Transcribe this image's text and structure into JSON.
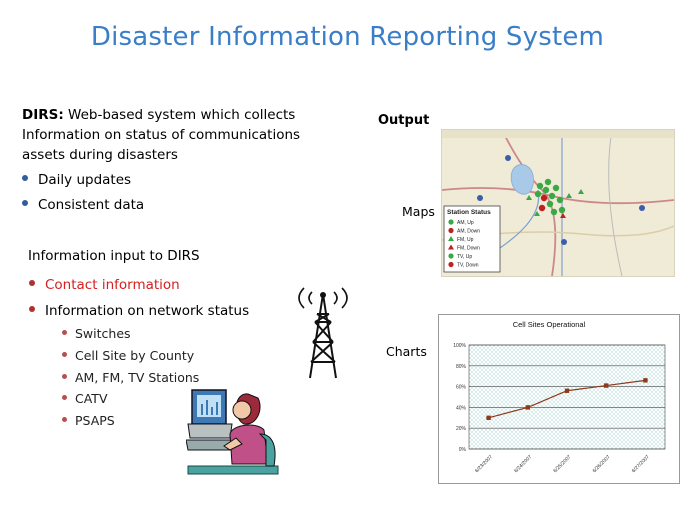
{
  "title": "Disaster Information Reporting System",
  "intro": {
    "bold": "DIRS:",
    "text": " Web-based system which collects Information on status of communications assets during disasters",
    "bullets": [
      "Daily updates",
      "Consistent data"
    ]
  },
  "input": {
    "heading": "Information input to DIRS",
    "items": [
      {
        "label": "Contact information",
        "color": "#d42020"
      },
      {
        "label": "Information on network status",
        "color": "#000000"
      }
    ],
    "subitems": [
      "Switches",
      "Cell Site by County",
      "AM, FM, TV Stations",
      "CATV",
      "PSAPS"
    ]
  },
  "output": {
    "label": "Output",
    "maps_label": "Maps",
    "charts_label": "Charts"
  },
  "map_legend": {
    "title": "Station Status",
    "items": [
      {
        "label": "AM, Up",
        "shape": "circle",
        "color": "#3aa845"
      },
      {
        "label": "AM, Down",
        "shape": "circle",
        "color": "#c02020"
      },
      {
        "label": "FM, Up",
        "shape": "triangle",
        "color": "#3aa845"
      },
      {
        "label": "FM, Down",
        "shape": "triangle",
        "color": "#c02020"
      },
      {
        "label": "TV, Up",
        "shape": "circle",
        "color": "#3aa845"
      },
      {
        "label": "TV, Down",
        "shape": "circle",
        "color": "#c02020"
      }
    ]
  },
  "chart_data": {
    "type": "line",
    "title": "Cell Sites Operational",
    "categories": [
      "6/23/2007",
      "6/24/2007",
      "6/25/2007",
      "6/26/2007",
      "6/27/2007"
    ],
    "series": [
      {
        "values": [
          0.3,
          0.4,
          0.56,
          0.61,
          0.66
        ]
      }
    ],
    "y_ticks": [
      "0%",
      "20%",
      "40%",
      "60%",
      "80%",
      "100%"
    ],
    "ylim": [
      0,
      1
    ],
    "line_color": "#8b3a1a",
    "grid": true
  },
  "colors": {
    "title": "#3a7ec8",
    "bullet_blue": "#2f5f9e",
    "bullet_red": "#b03030"
  }
}
